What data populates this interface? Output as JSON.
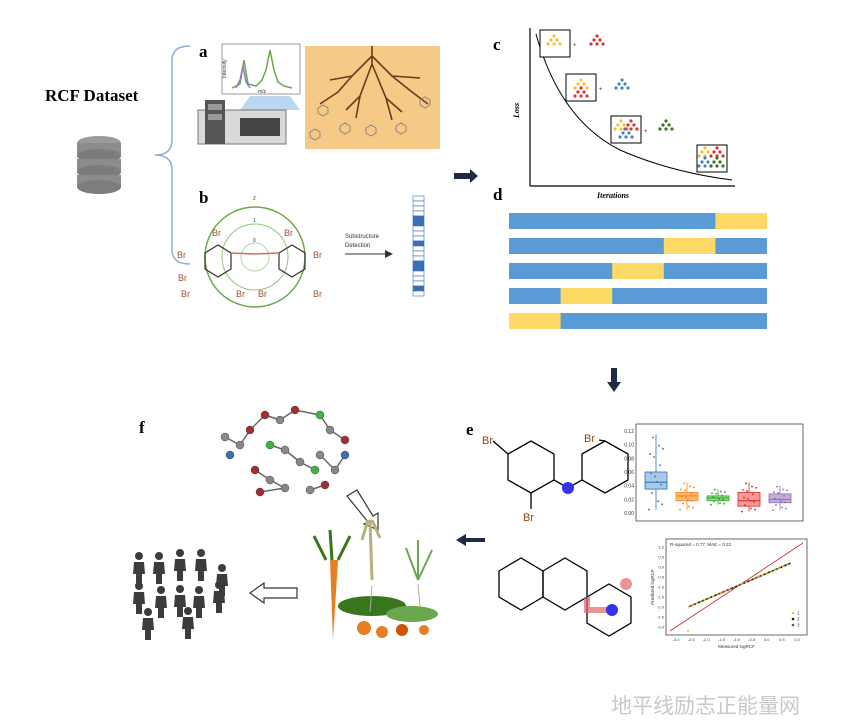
{
  "title": "RCF Dataset",
  "panels": {
    "a": "a",
    "b": "b",
    "c": "c",
    "d": "d",
    "e": "e",
    "f": "f"
  },
  "panel_a": {
    "ms_xlabel": "m/z",
    "ms_ylabel": "Intensity"
  },
  "panel_b": {
    "ring_labels": [
      "2",
      "1",
      "0"
    ],
    "atom": "Br",
    "arrow_label_1": "Substructure",
    "arrow_label_2": "Detection"
  },
  "panel_c": {
    "xlabel": "Iterations",
    "ylabel": "Loss",
    "plus": "+"
  },
  "panel_e": {
    "atom": "Br",
    "scatter_annotation": "R-squared = 0.77, MAE = 0.22",
    "scatter_xlabel": "Measured logRCF",
    "scatter_ylabel": "Predicted logRCF",
    "box_yticks": [
      "0.12",
      "0.10",
      "0.08",
      "0.06",
      "0.04",
      "0.02",
      "0.00"
    ],
    "scatter_xticks": [
      "-3.0",
      "-2.5",
      "-2.0",
      "-1.5",
      "-1.0",
      "-0.5",
      "0.0",
      "0.5",
      "1.0"
    ],
    "scatter_yticks": [
      "1.0",
      "0.5",
      "0.0",
      "-0.5",
      "-1.0",
      "-1.5",
      "-2.0",
      "-2.5",
      "-3.0"
    ],
    "legend": [
      "1",
      "2",
      "3"
    ]
  },
  "colors": {
    "blue": "#5b9bd5",
    "yellow": "#ffd966",
    "arrow": "#1f2a44",
    "ring": "#6aa84f",
    "red": "#e06666",
    "cylinder": "#8c8c8c"
  },
  "watermark": "地平线励志正能量网"
}
